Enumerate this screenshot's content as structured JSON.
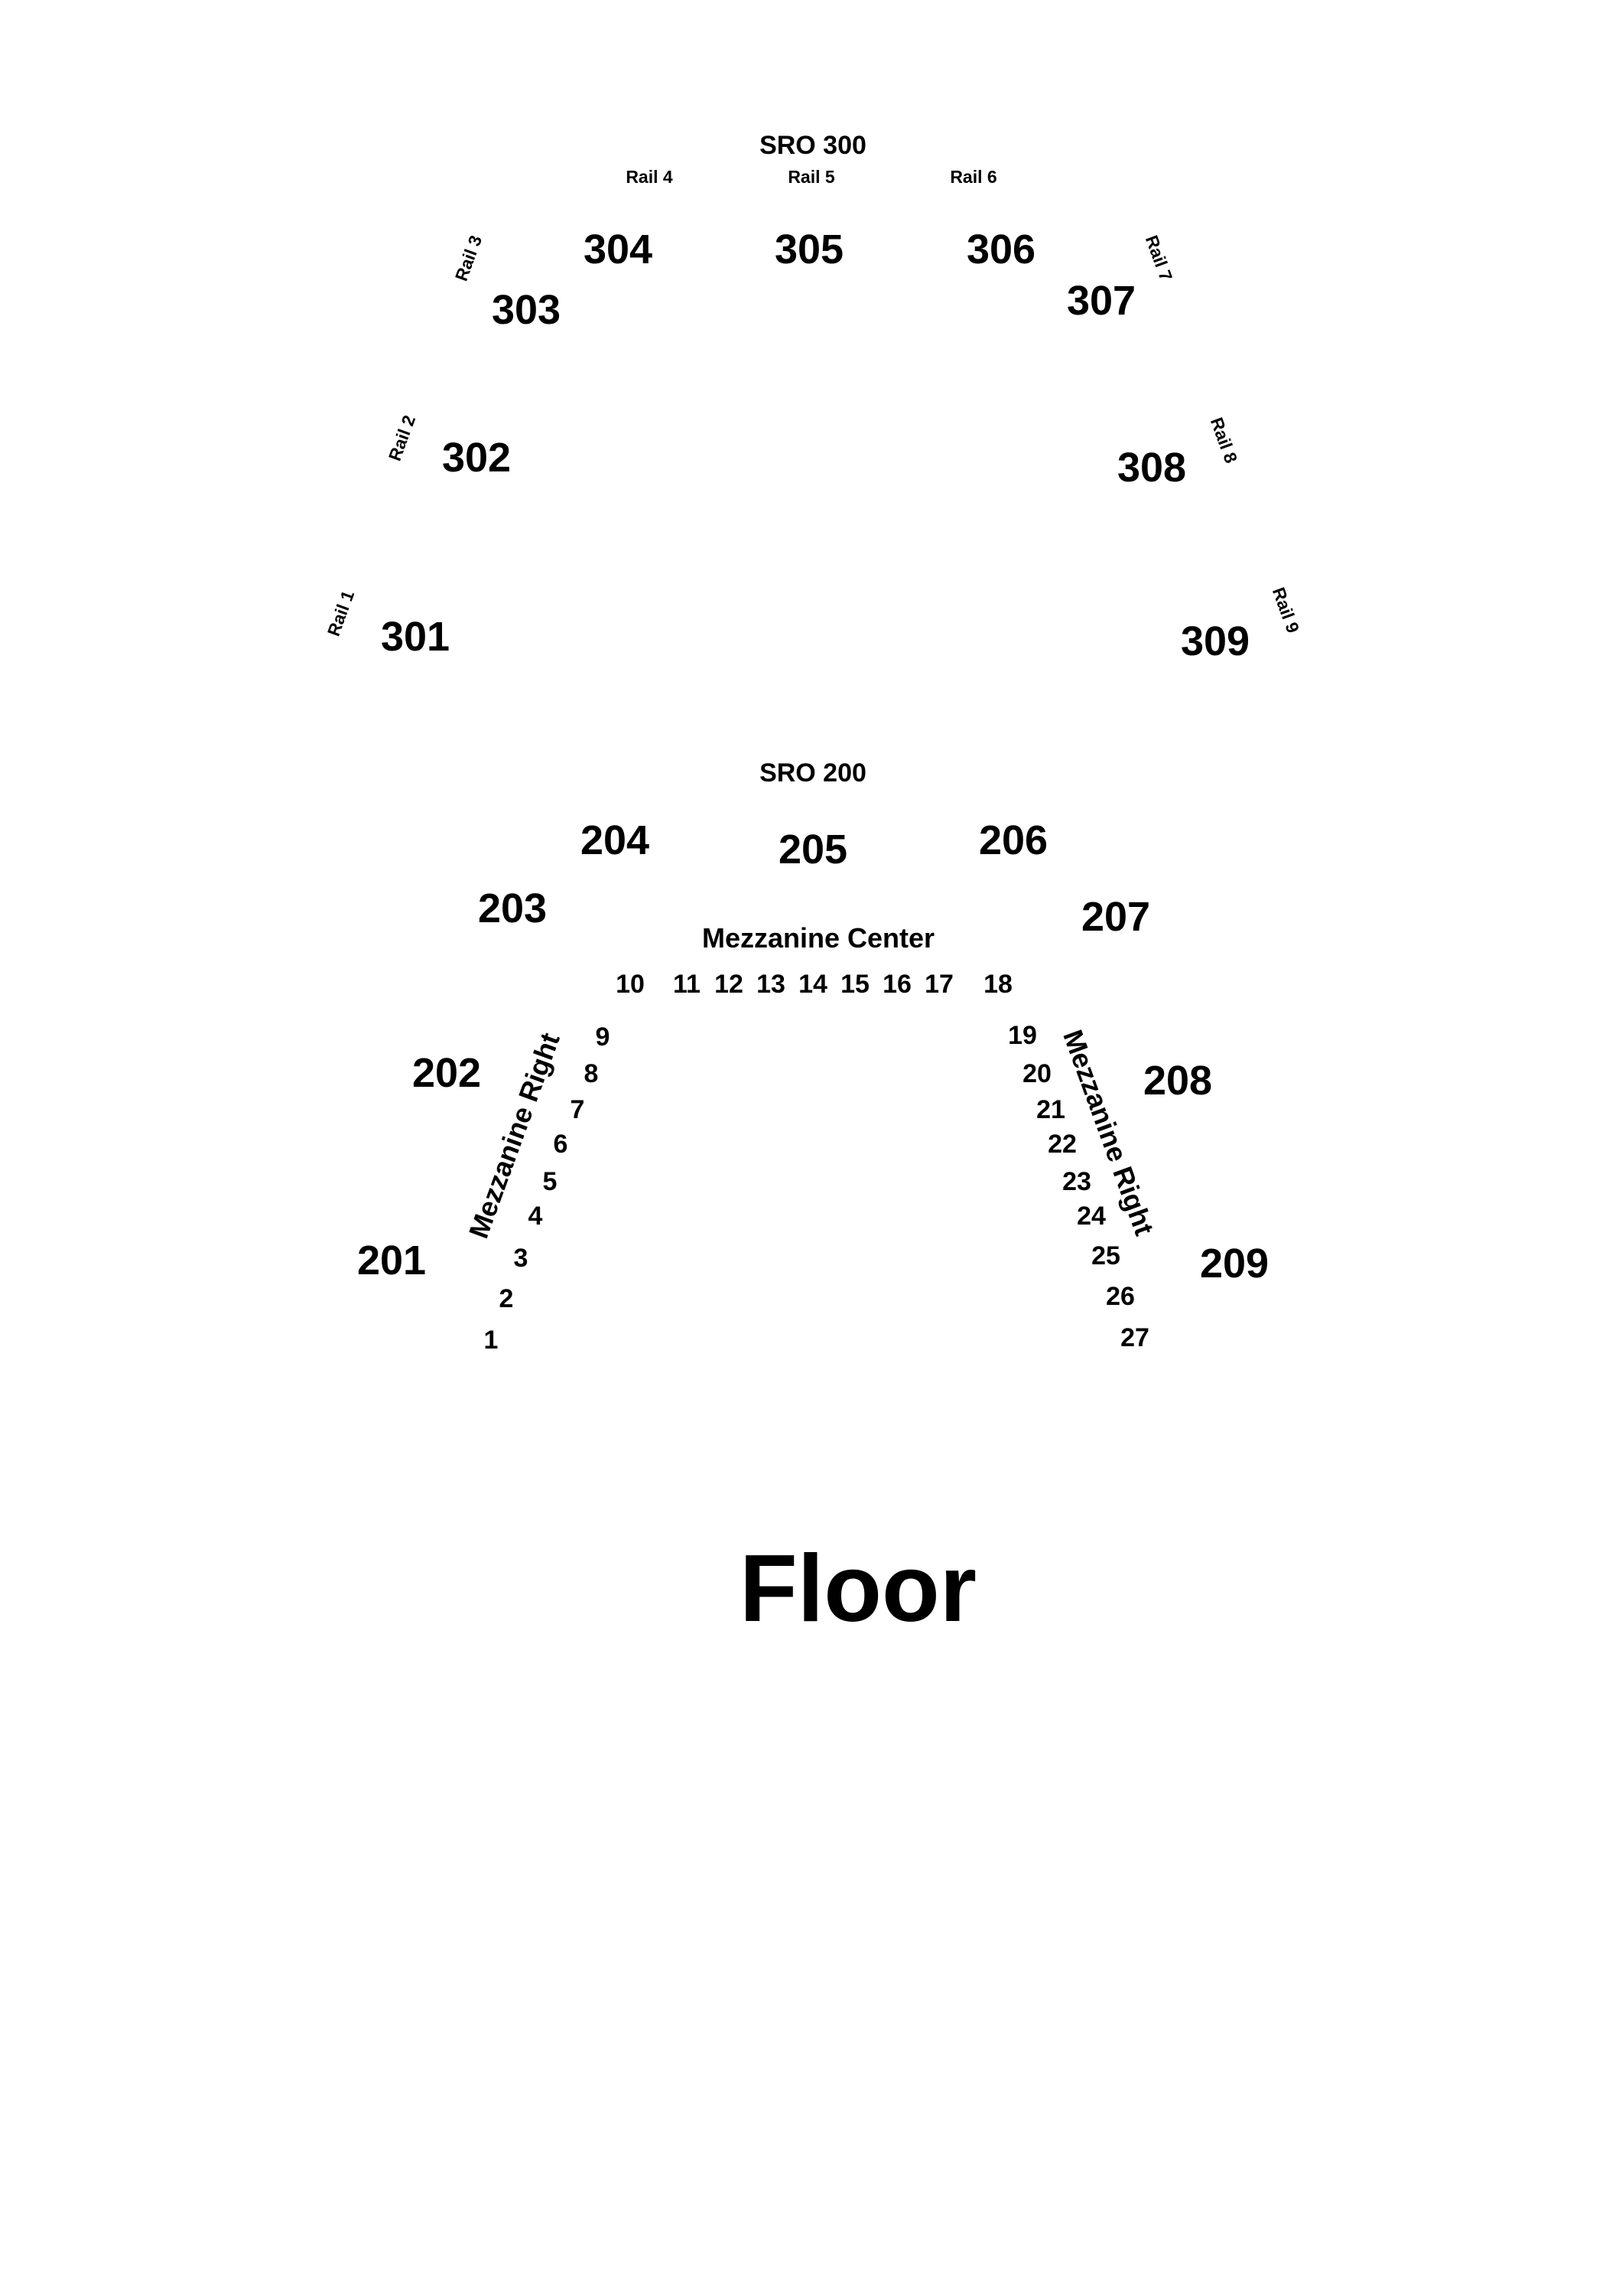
{
  "colors": {
    "background": "#ffffff",
    "text": "#000000"
  },
  "upper": {
    "sro": "SRO 300",
    "rails": [
      "Rail 1",
      "Rail 2",
      "Rail 3",
      "Rail 4",
      "Rail 5",
      "Rail 6",
      "Rail 7",
      "Rail 8",
      "Rail 9"
    ],
    "sections": [
      "301",
      "302",
      "303",
      "304",
      "305",
      "306",
      "307",
      "308",
      "309"
    ]
  },
  "mezzanine": {
    "sro": "SRO 200",
    "sections": [
      "201",
      "202",
      "203",
      "204",
      "205",
      "206",
      "207",
      "208",
      "209"
    ],
    "center_label": "Mezzanine Center",
    "left_label": "Mezzanine Right",
    "right_label": "Mezzanine Right",
    "boxes": [
      "1",
      "2",
      "3",
      "4",
      "5",
      "6",
      "7",
      "8",
      "9",
      "10",
      "11",
      "12",
      "13",
      "14",
      "15",
      "16",
      "17",
      "18",
      "19",
      "20",
      "21",
      "22",
      "23",
      "24",
      "25",
      "26",
      "27"
    ]
  },
  "floor": {
    "label": "Floor"
  }
}
